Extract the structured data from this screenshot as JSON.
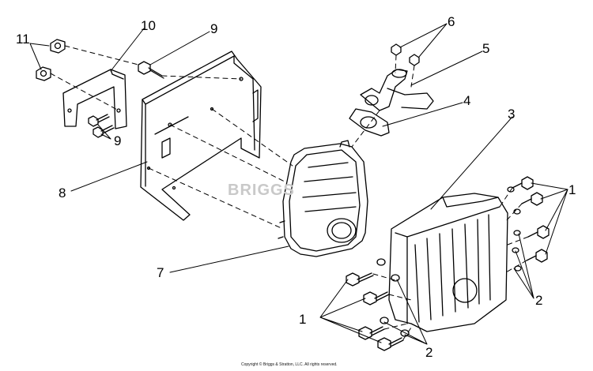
{
  "callouts": {
    "c1a": "1",
    "c1b": "1",
    "c2a": "2",
    "c2b": "2",
    "c3": "3",
    "c4": "4",
    "c5": "5",
    "c6": "6",
    "c7": "7",
    "c8": "8",
    "c9a": "9",
    "c9b": "9",
    "c10": "10",
    "c11": "11"
  },
  "watermark": "BRIGGS",
  "copyright": "Copyright © Briggs & Stratton, LLC. All rights reserved.",
  "colors": {
    "line": "#000000",
    "watermark": "#c9c9c9"
  }
}
